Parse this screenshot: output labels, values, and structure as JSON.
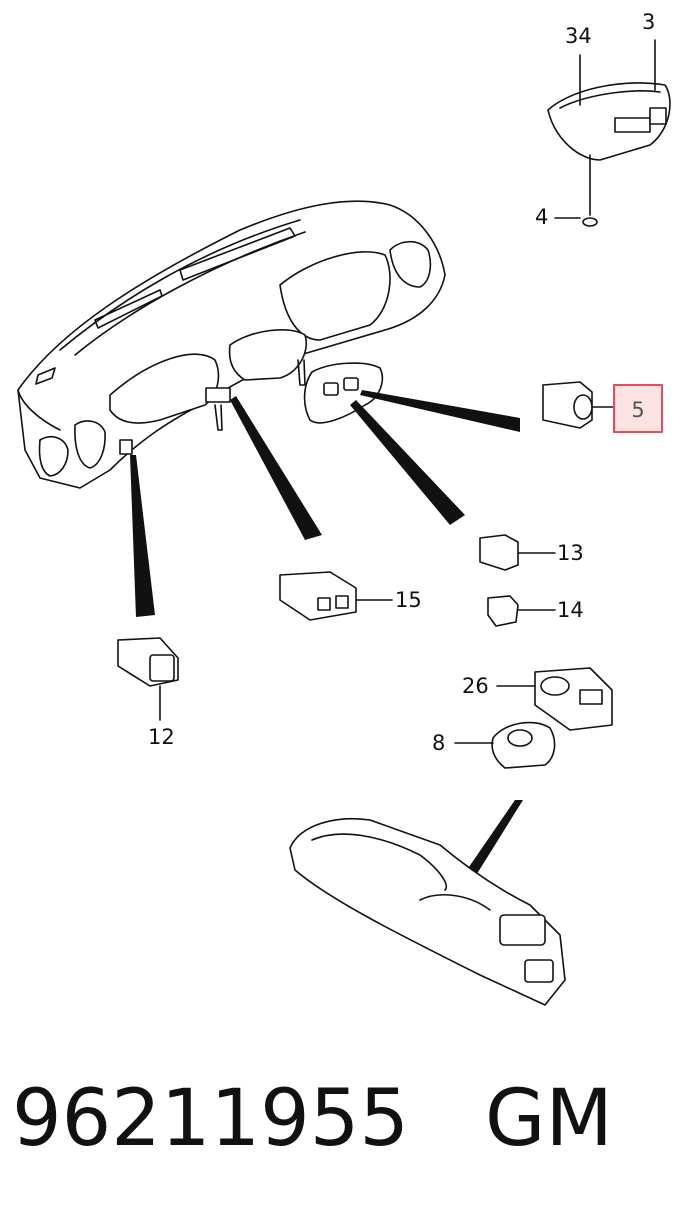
{
  "callouts": {
    "c34": "34",
    "c3": "3",
    "c4": "4",
    "c5": "5",
    "c13": "13",
    "c14": "14",
    "c15": "15",
    "c12": "12",
    "c26": "26",
    "c8": "8"
  },
  "highlight": {
    "color": "#e0505a",
    "fill": "#fde2e4",
    "label": "5"
  },
  "footer": {
    "part_number": "96211955",
    "brand": "GM"
  }
}
